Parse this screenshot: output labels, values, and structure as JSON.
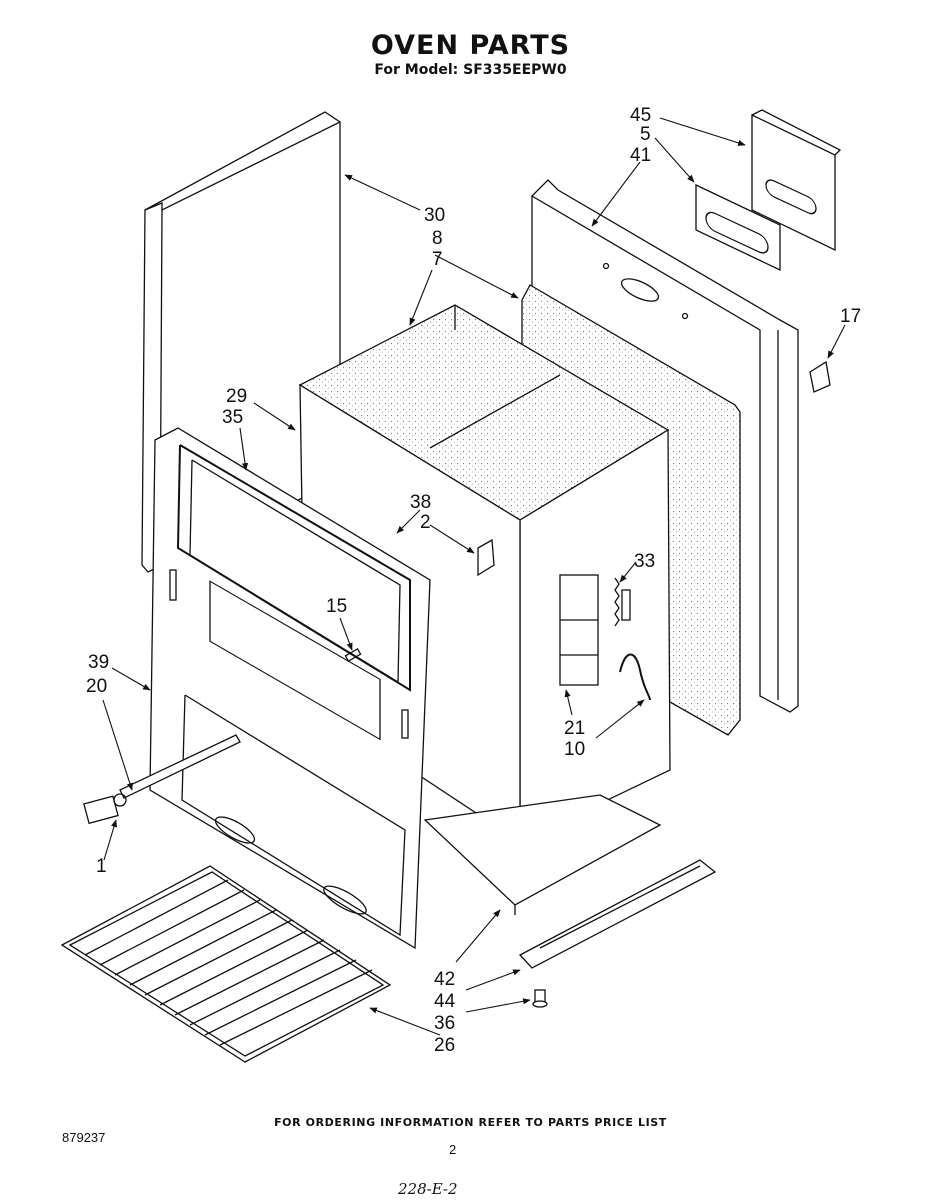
{
  "header": {
    "title": "OVEN PARTS",
    "subtitle": "For Model: SF335EEPW0"
  },
  "callouts": {
    "c30": "30",
    "c8": "8",
    "c7": "7",
    "c45": "45",
    "c5": "5",
    "c41": "41",
    "c17": "17",
    "c29": "29",
    "c35": "35",
    "c38": "38",
    "c2": "2",
    "c15": "15",
    "c33": "33",
    "c39": "39",
    "c20": "20",
    "c21": "21",
    "c10": "10",
    "c1": "1",
    "c42": "42",
    "c44": "44",
    "c36": "36",
    "c26": "26"
  },
  "footer": {
    "note": "FOR ORDERING INFORMATION REFER TO PARTS PRICE LIST",
    "doc_number": "879237",
    "page_number": "2",
    "handwritten": "228-E-2"
  }
}
